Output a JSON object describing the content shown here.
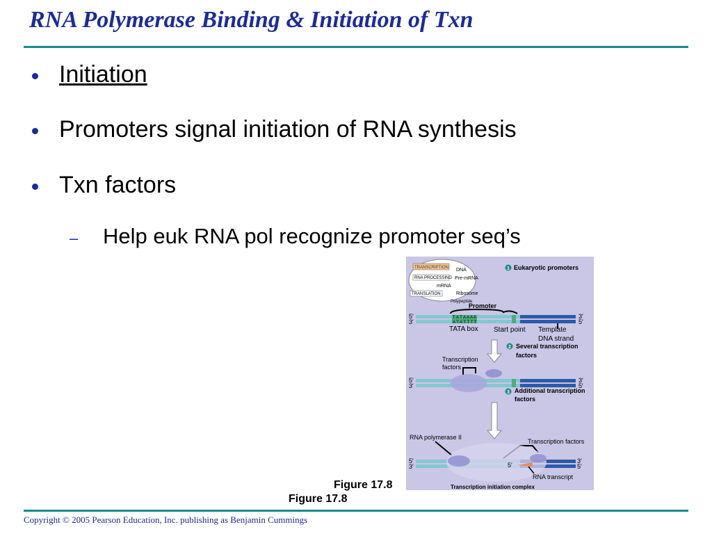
{
  "title": "RNA Polymerase Binding & Initiation of Txn",
  "bullets": [
    {
      "text": "Initiation"
    },
    {
      "text": "Promoters signal initiation of RNA synthesis"
    },
    {
      "text": "Txn factors"
    }
  ],
  "sub_bullets": [
    {
      "text": "Help euk RNA pol recognize promoter seq’s"
    }
  ],
  "figure": {
    "inset": {
      "transcription": "TRANSCRIPTION",
      "dna": "DNA",
      "rna_processing": "RNA PROCESSING",
      "pre_mrna": "Pre-mRNA",
      "mrna": "mRNA",
      "translation": "TRANSLATION",
      "ribosome": "Ribosome",
      "polypeptide": "Polypeptide"
    },
    "step1": {
      "num": "1",
      "label": "Eukaryotic promoters"
    },
    "promoter": "Promoter",
    "tata_top": "T A T A A A A",
    "tata_bottom": "A T A T T T T",
    "tata_box": "TATA box",
    "start_point": "Start point",
    "template": "Template",
    "dna_strand": "DNA strand",
    "step2": {
      "num": "2",
      "label_line1": "Several transcription",
      "label_line2": "factors"
    },
    "tf_line1": "Transcription",
    "tf_line2": "factors",
    "step3": {
      "num": "3",
      "label_line1": "Additional transcription",
      "label_line2": "factors"
    },
    "rna_pol": "RNA polymerase II",
    "tf_right": "Transcription factors",
    "five_prime": "5′",
    "three_prime": "3′",
    "rna_transcript": "RNA transcript",
    "complex": "Transcription initiation complex"
  },
  "figure_label_1": "Figure 17.8",
  "figure_label_2": "Figure 17.8",
  "copyright": "Copyright © 2005 Pearson Education, Inc. publishing as Benjamin Cummings",
  "colors": {
    "title": "#1c2a9c",
    "rule": "#1a8a8a",
    "figure_bg": "#c9c6e6",
    "dna_light": "#86c6d0",
    "dna_dark": "#2c5aa8",
    "tata": "#4cae7c"
  }
}
